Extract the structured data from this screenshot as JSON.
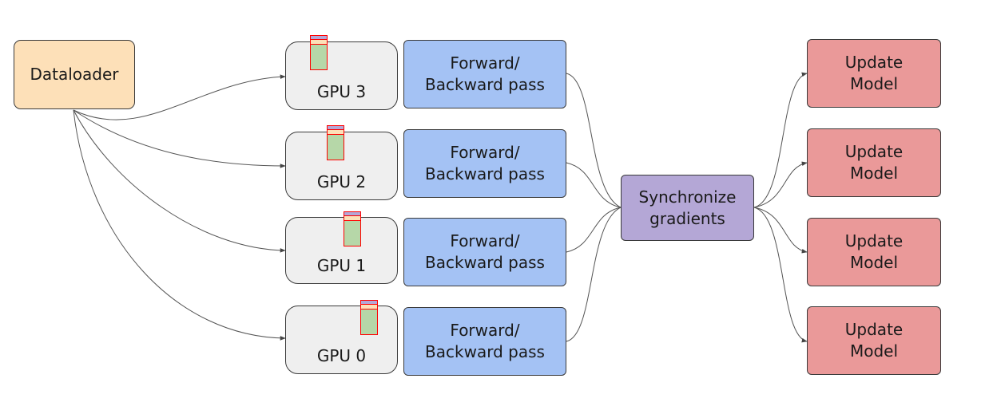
{
  "dataloader": {
    "label": "Dataloader"
  },
  "gpus": [
    {
      "label": "GPU 3",
      "pass_label": "Forward/\nBackward pass"
    },
    {
      "label": "GPU 2",
      "pass_label": "Forward/\nBackward pass"
    },
    {
      "label": "GPU 1",
      "pass_label": "Forward/\nBackward pass"
    },
    {
      "label": "GPU 0",
      "pass_label": "Forward/\nBackward pass"
    }
  ],
  "sync": {
    "label": "Synchronize\ngradients"
  },
  "updates": [
    {
      "label": "Update\nModel"
    },
    {
      "label": "Update\nModel"
    },
    {
      "label": "Update\nModel"
    },
    {
      "label": "Update\nModel"
    }
  ],
  "colors": {
    "dataloader": "#fde0b8",
    "gpu": "#efefef",
    "pass": "#a4c2f4",
    "sync": "#b4a7d6",
    "update": "#ea9999",
    "batch_border": "#ff0000",
    "batch_green": "#b6d7a8"
  }
}
